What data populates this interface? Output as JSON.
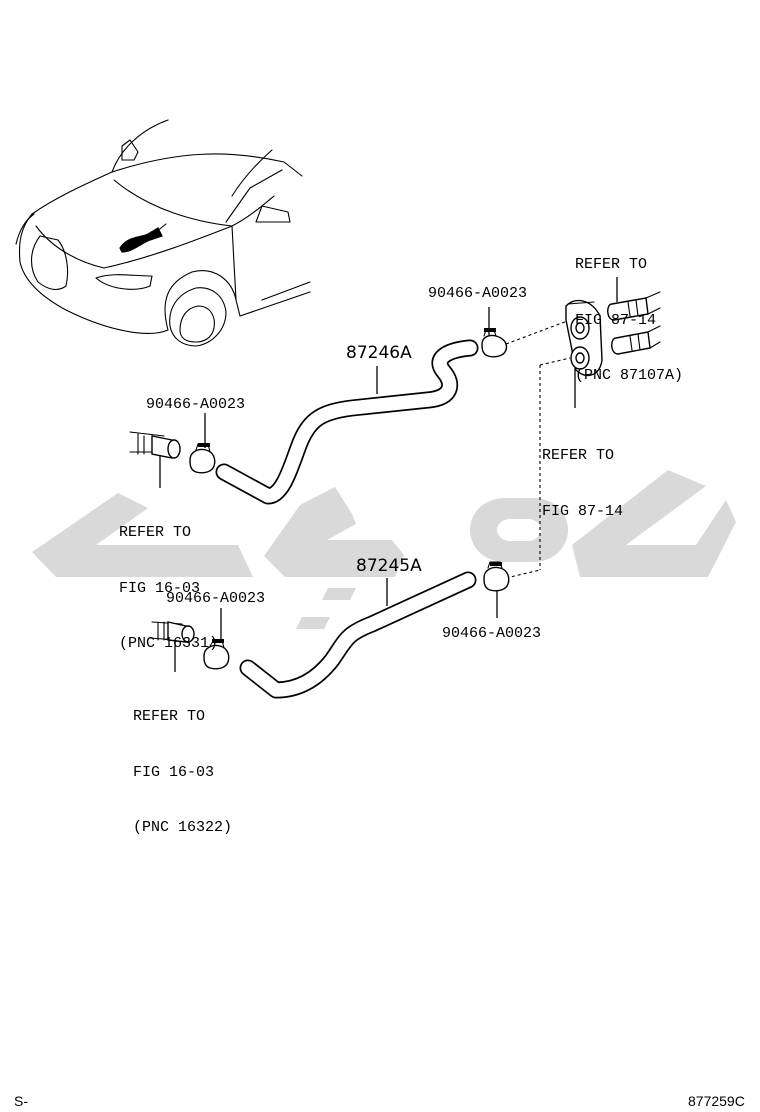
{
  "watermark": {
    "color": "#d9d9d9"
  },
  "callouts": {
    "part_hose_upper": "87246A",
    "part_hose_lower": "87245A",
    "clamp_top": "90466-A0023",
    "clamp_left_upper": "90466-A0023",
    "clamp_left_lower": "90466-A0023",
    "clamp_bottom_right": "90466-A0023"
  },
  "refs": {
    "top_right": {
      "line1": "REFER TO",
      "line2": "FIG 87-14",
      "line3": "(PNC 87107A)"
    },
    "mid_right": {
      "line1": "REFER TO",
      "line2": "FIG 87-14"
    },
    "left_upper": {
      "line1": "REFER TO",
      "line2": "FIG 16-03",
      "line3": "(PNC 16331)"
    },
    "left_lower": {
      "line1": "REFER TO",
      "line2": "FIG 16-03",
      "line3": "(PNC 16322)"
    }
  },
  "footer": {
    "left_code": "S-",
    "right_code": "877259C"
  }
}
